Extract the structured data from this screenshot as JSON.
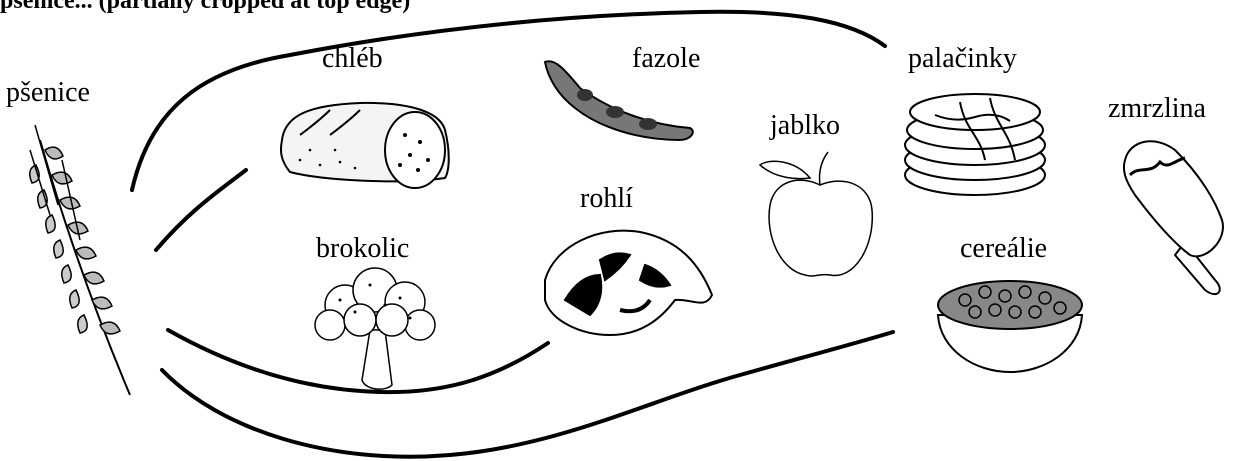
{
  "header": {
    "title": "pšenice... (partially cropped at top edge)"
  },
  "labels": {
    "psenice": "pšenice",
    "chleb": "chléb",
    "fazole": "fazole",
    "palacinky": "palačinky",
    "jablko": "jablko",
    "zmrzlina": "zmrzlina",
    "rohli": "rohlí",
    "brokolic": "brokolic",
    "cerealie": "cereálie"
  },
  "icons": [
    "wheat-icon",
    "bread-icon",
    "bean-pod-icon",
    "apple-icon",
    "pancakes-icon",
    "ice-cream-icon",
    "croissant-icon",
    "broccoli-icon",
    "cereal-bowl-icon"
  ],
  "colors": {
    "ink": "#000000",
    "background": "#ffffff"
  }
}
